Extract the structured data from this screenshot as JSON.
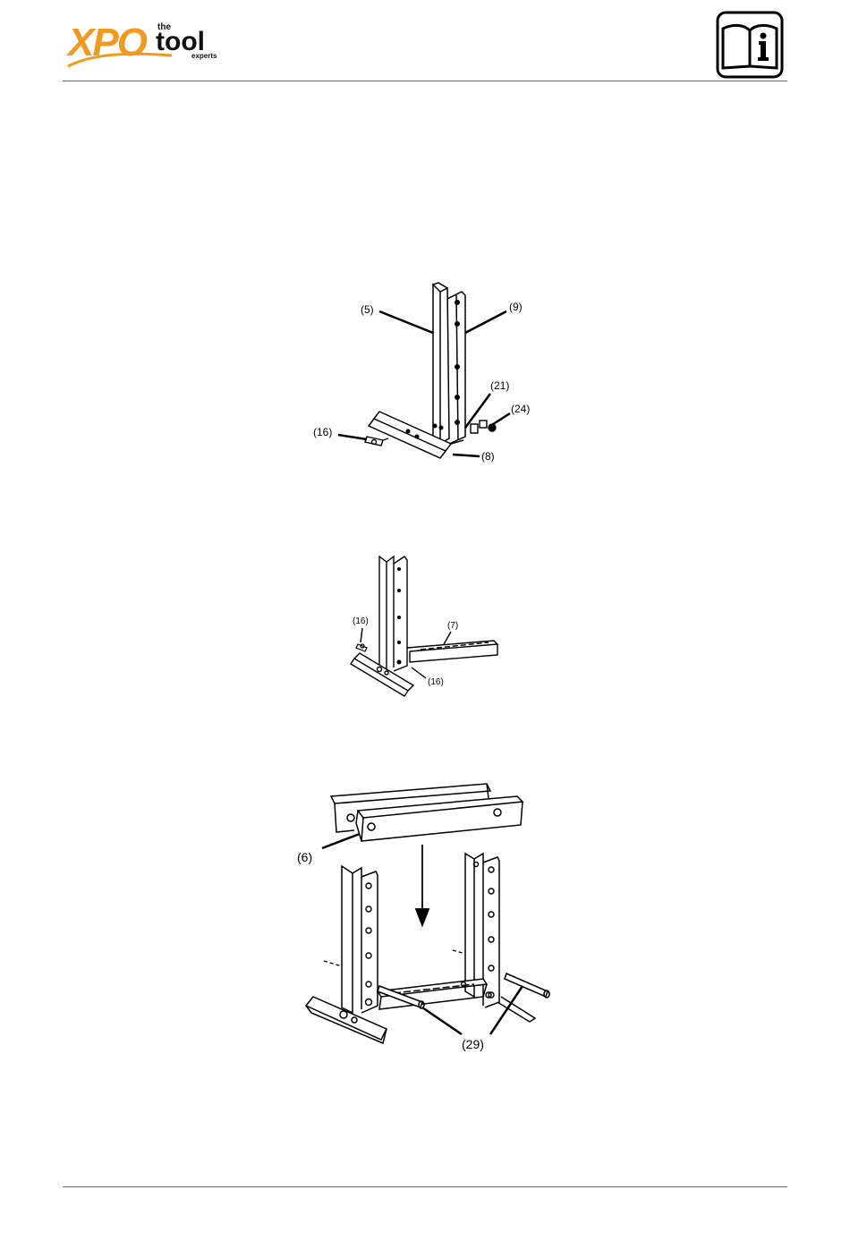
{
  "header": {
    "logo": {
      "brand": "XPO",
      "small_word": "the",
      "word": "tool",
      "tagline": "experts",
      "brand_color": "#f29a1f"
    },
    "manual_icon": "read-manual-info-icon"
  },
  "figures": [
    {
      "name": "figure-1",
      "callouts": [
        "(5)",
        "(9)",
        "(21)",
        "(24)",
        "(16)",
        "(8)"
      ]
    },
    {
      "name": "figure-2",
      "callouts": [
        "(16)",
        "(7)",
        "(16)"
      ]
    },
    {
      "name": "figure-3",
      "callouts": [
        "(6)",
        "(29)"
      ]
    }
  ],
  "colors": {
    "line": "#000000",
    "rule": "#6a6a6a",
    "background": "#ffffff"
  }
}
